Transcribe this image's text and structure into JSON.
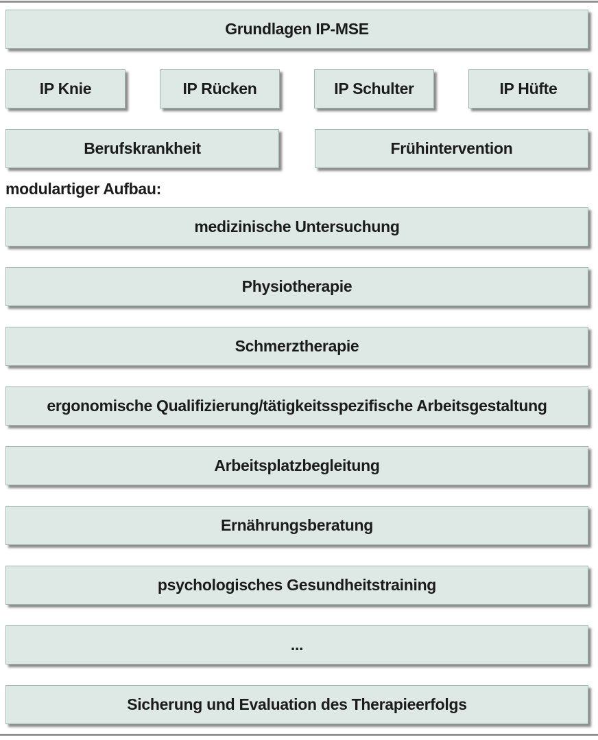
{
  "figure": {
    "title_box": "Grundlagen IP-MSE",
    "program_boxes": [
      "IP Knie",
      "IP Rücken",
      "IP Schulter",
      "IP Hüfte"
    ],
    "pathway_boxes": [
      "Berufskrankheit",
      "Frühintervention"
    ],
    "section_label": "modulartiger Aufbau:",
    "module_boxes": [
      "medizinische Untersuchung",
      "Physiotherapie",
      "Schmerztherapie",
      "ergonomische Qualifizierung/tätigkeitsspezifische Arbeitsgestaltung",
      "Arbeitsplatzbegleitung",
      "Ernährungsberatung",
      "psychologisches Gesundheitstraining",
      "...",
      "Sicherung und Evaluation des Therapieerfolgs"
    ]
  },
  "colors": {
    "background": "#ffffff",
    "box_fill": "#dee9e6",
    "box_border": "#9cb6ae",
    "text": "#1b1b1b",
    "rule": "#8f8f8f"
  }
}
